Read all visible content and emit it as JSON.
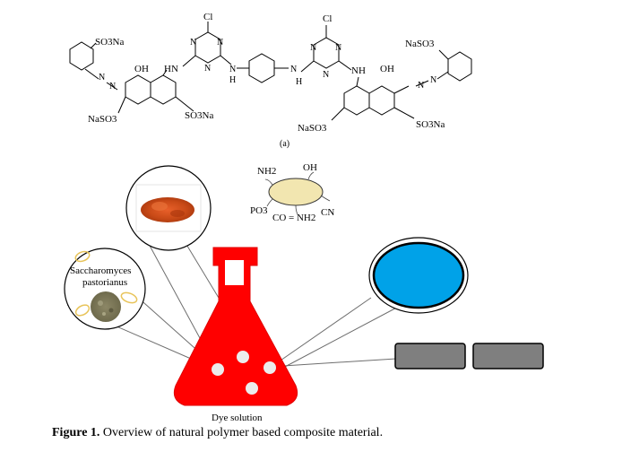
{
  "structure": {
    "left_labels": {
      "so3na_top": "SO3Na",
      "oh": "OH",
      "hn": "HN",
      "naso3_bottom": "NaSO3",
      "so3na_bottom": "SO3Na"
    },
    "right_labels": {
      "naso3_top": "NaSO3",
      "nh": "NH",
      "oh": "OH",
      "naso3_bottom": "NaSO3",
      "so3na_bottom": "SO3Na"
    },
    "cl": "Cl",
    "n": "N",
    "h": "H",
    "panel_label": "(a)"
  },
  "particle": {
    "nh2": "NH2",
    "oh": "OH",
    "po3": "PO3",
    "cn": "CN",
    "co_nh2": "CO = NH2"
  },
  "yeast_label_line1": "Saccharomyces",
  "yeast_label_line2": "pastorianus",
  "flask_label": "Dye solution",
  "caption": {
    "bold": "Figure 1.",
    "text": " Overview of natural polymer based composite material."
  },
  "colors": {
    "flask_red": "#ff0000",
    "disk_blue": "#00a2e8",
    "slab_gray": "#7f7f7f",
    "particle_fill": "#f2e6b0",
    "powder_orange": "#d9541e"
  }
}
